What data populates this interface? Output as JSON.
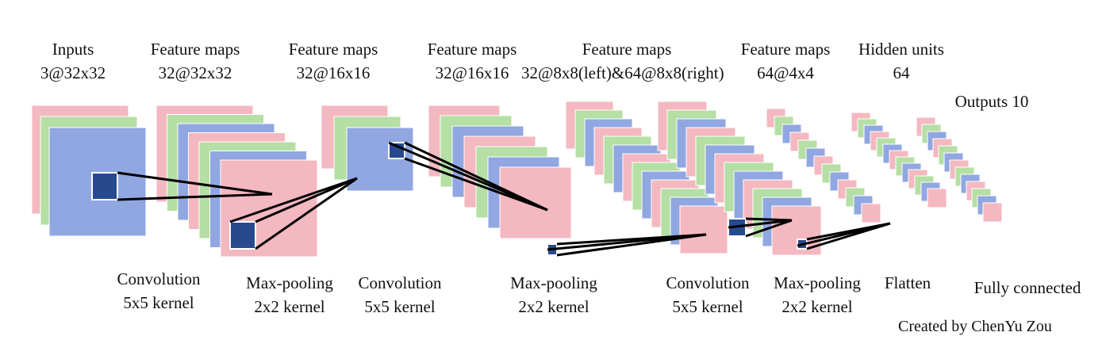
{
  "colors": {
    "pink": "#f4b8c1",
    "green": "#b5dfa4",
    "blue": "#90a7e1",
    "dark_blue": "#274a8f",
    "line": "#000000"
  },
  "columns": [
    {
      "title": "Inputs",
      "dims": "3@32x32"
    },
    {
      "title": "Feature maps",
      "dims": "32@32x32"
    },
    {
      "title": "Feature maps",
      "dims": "32@16x16"
    },
    {
      "title": "Feature maps",
      "dims": "32@16x16"
    },
    {
      "title": "Feature maps",
      "dims": "32@8x8(left)&64@8x8(right)"
    },
    {
      "title": "Feature maps",
      "dims": "64@4x4"
    },
    {
      "title": "Hidden units",
      "dims": "64"
    },
    {
      "title": "Outputs 10",
      "dims": ""
    }
  ],
  "operations": [
    {
      "name": "Convolution",
      "kernel": "5x5 kernel"
    },
    {
      "name": "Max-pooling",
      "kernel": "2x2 kernel"
    },
    {
      "name": "Convolution",
      "kernel": "5x5 kernel"
    },
    {
      "name": "Max-pooling",
      "kernel": "2x2 kernel"
    },
    {
      "name": "Convolution",
      "kernel": "5x5 kernel"
    },
    {
      "name": "Max-pooling",
      "kernel": "2x2 kernel"
    },
    {
      "name": "Flatten",
      "kernel": ""
    },
    {
      "name": "Fully connected",
      "kernel": ""
    }
  ],
  "credit": "Created by ChenYu Zou"
}
